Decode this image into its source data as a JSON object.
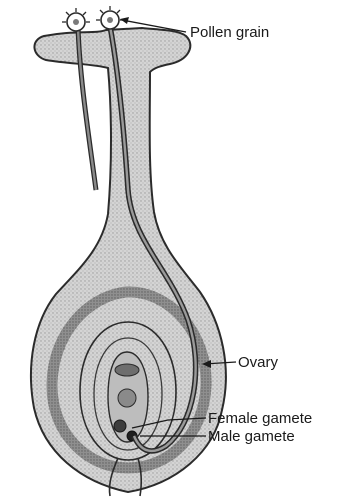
{
  "labels": {
    "pollen_grain": "Pollen grain",
    "ovary": "Ovary",
    "female_gamete": "Female gamete",
    "male_gamete": "Male gamete"
  },
  "colors": {
    "tissue_fill": "#cfcfcf",
    "wall_band": "#9c9c9c",
    "outline": "#2b2b2b",
    "tube": "#7a7a7a",
    "background": "#ffffff"
  }
}
